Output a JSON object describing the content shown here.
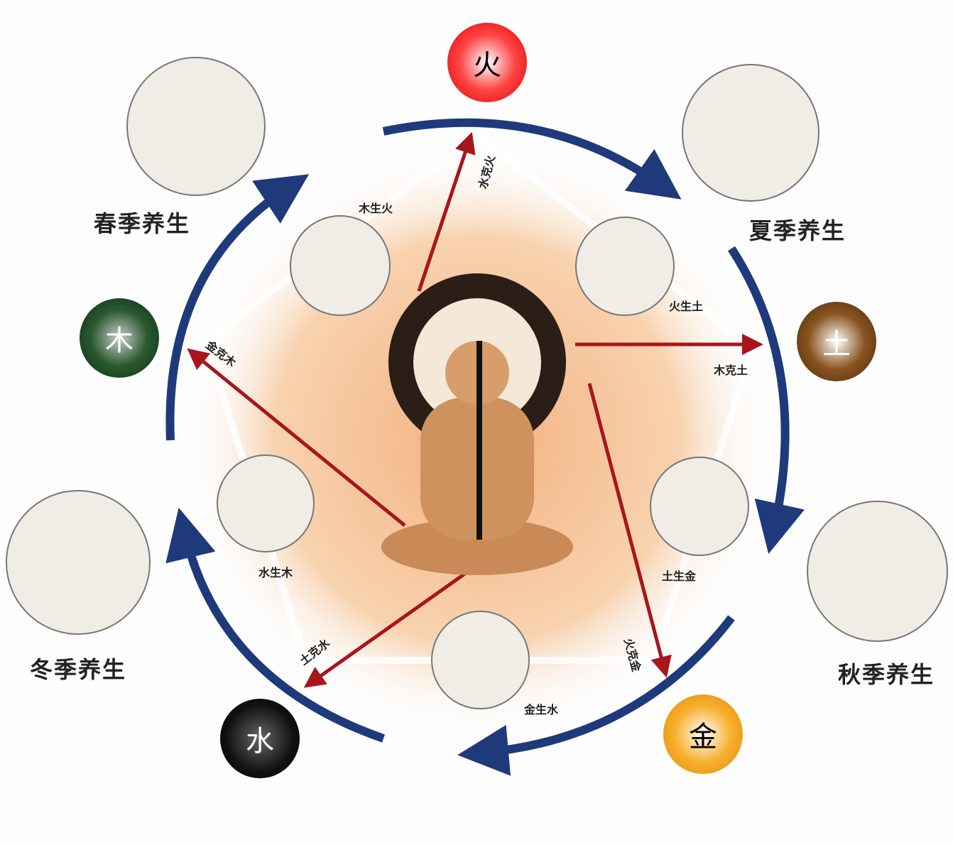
{
  "elements": [
    {
      "key": "fire",
      "label": "火",
      "color": "#e8120e",
      "text_color": "#111"
    },
    {
      "key": "earth",
      "label": "土",
      "color": "#6a3d14",
      "text_color": "#fff"
    },
    {
      "key": "metal",
      "label": "金",
      "color": "#f5a10c",
      "text_color": "#111"
    },
    {
      "key": "water",
      "label": "水",
      "color": "#111111",
      "text_color": "#fff"
    },
    {
      "key": "wood",
      "label": "木",
      "color": "#153d1c",
      "text_color": "#fff"
    }
  ],
  "seasons": [
    {
      "label": "春季养生"
    },
    {
      "label": "夏季养生"
    },
    {
      "label": "秋季养生"
    },
    {
      "label": "冬季养生"
    }
  ],
  "generating": [
    {
      "label": "木生火"
    },
    {
      "label": "火生土"
    },
    {
      "label": "土生金"
    },
    {
      "label": "金生水"
    },
    {
      "label": "水生木"
    }
  ],
  "controlling": [
    {
      "label": "水克火"
    },
    {
      "label": "木克土"
    },
    {
      "label": "火克金"
    },
    {
      "label": "土克水"
    },
    {
      "label": "金克木"
    }
  ],
  "colors": {
    "cycle_arrow": "#1f3a7a",
    "control_arrow": "#a8151c",
    "pentagon": "#f6c9a0"
  }
}
